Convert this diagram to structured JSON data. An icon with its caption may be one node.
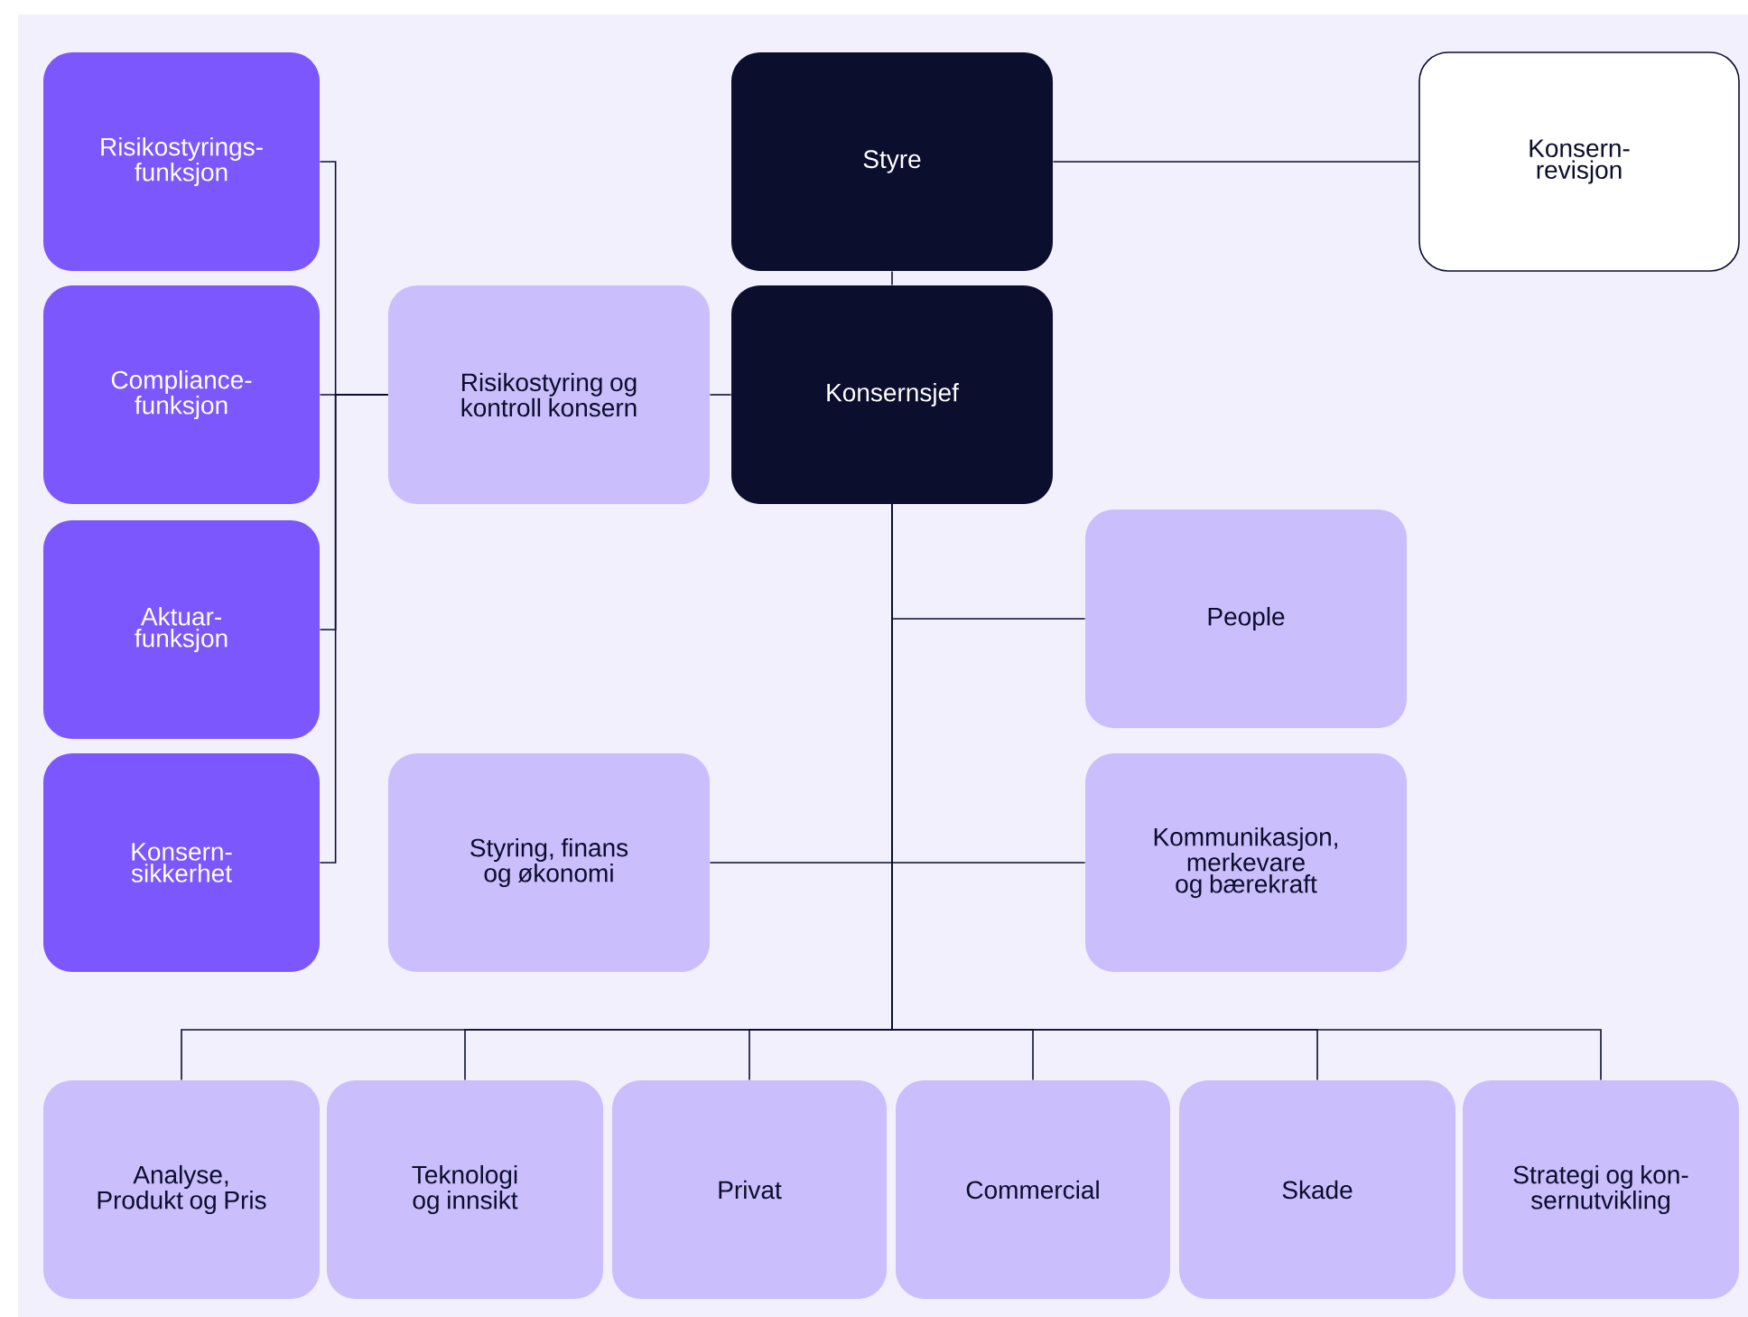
{
  "diagram": {
    "nodes": [
      {
        "text": [
          "Risikostyrings- funksjon"
        ]
      },
      {
        "text": [
          "Compliance- funksjon"
        ]
      },
      {
        "text": [
          "Aktuar- funksjon"
        ]
      },
      {
        "text": [
          "Konsern- sikkerhet"
        ]
      },
      {
        "text": [
          "Risikostyring og kontroll konsern"
        ]
      },
      {
        "text": [
          "Styre"
        ]
      },
      {
        "text": [
          "Konsern- revisjon"
        ]
      },
      {
        "text": [
          "Konsernsjef"
        ]
      },
      {
        "text": [
          "People"
        ]
      },
      {
        "text": [
          "Styring, finans og økonomi"
        ]
      },
      {
        "text": [
          "Kommunikasjon, merkevare og bærekraft"
        ]
      },
      {
        "text": [
          "Analyse, Produkt og Pris"
        ]
      },
      {
        "text": [
          "Teknologi og innsikt"
        ]
      },
      {
        "text": [
          "Privat"
        ]
      },
      {
        "text": [
          "Commercial"
        ]
      },
      {
        "text": [
          "Skade"
        ]
      },
      {
        "text": [
          "Strategi og kon- sernutvikling"
        ]
      }
    ],
    "edges": [
      {
        "from": 5,
        "to": 6,
        "arrow": "none"
      },
      {
        "from": 5,
        "to": 7,
        "arrow": "none"
      },
      {
        "from": 7,
        "to": 4,
        "arrow": "none"
      },
      {
        "from": 4,
        "to": 0,
        "arrow": "none"
      },
      {
        "from": 4,
        "to": 1,
        "arrow": "none"
      },
      {
        "from": 4,
        "to": 2,
        "arrow": "none"
      },
      {
        "from": 4,
        "to": 3,
        "arrow": "none"
      },
      {
        "from": 7,
        "to": 8,
        "arrow": "none"
      },
      {
        "from": 7,
        "to": 9,
        "arrow": "none"
      },
      {
        "from": 7,
        "to": 10,
        "arrow": "none"
      },
      {
        "from": 7,
        "to": 11,
        "arrow": "none"
      },
      {
        "from": 7,
        "to": 12,
        "arrow": "none"
      },
      {
        "from": 7,
        "to": 13,
        "arrow": "none"
      },
      {
        "from": 7,
        "to": 14,
        "arrow": "none"
      },
      {
        "from": 7,
        "to": 15,
        "arrow": "none"
      },
      {
        "from": 7,
        "to": 16,
        "arrow": "none"
      }
    ]
  }
}
